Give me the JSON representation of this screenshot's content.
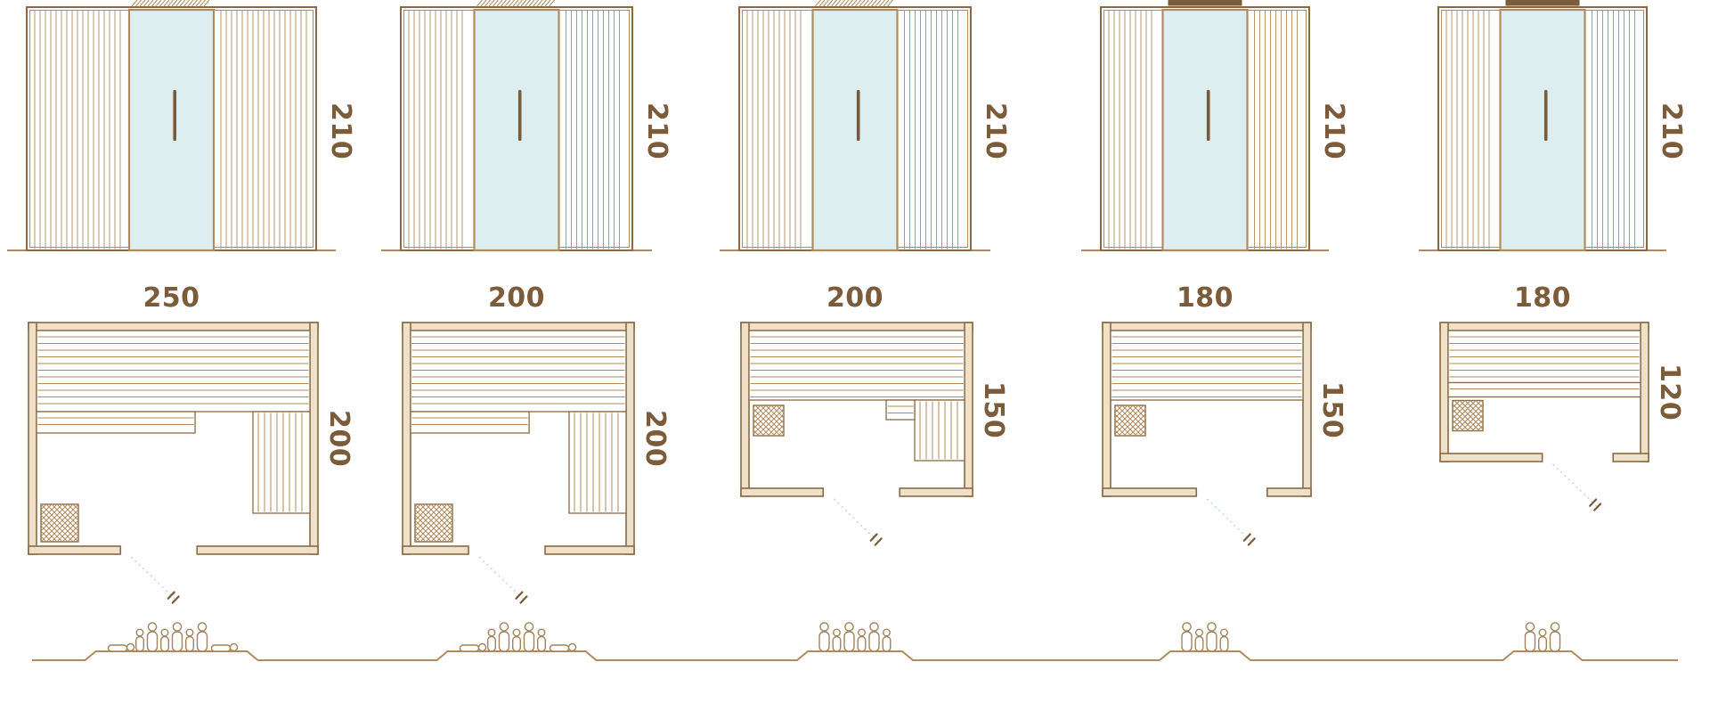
{
  "colors": {
    "outline": "#8a6a45",
    "wood": "#b08b5e",
    "wood_dark": "#7a5a3a",
    "wall_fill": "#eee0c9",
    "glass": "#dceef0",
    "door_frame": "#b08b5e",
    "swing": "#bcdede",
    "label": "#7b5b39",
    "figure": "#a1845c",
    "background": "#ffffff"
  },
  "models": [
    {
      "name": "sauna-250x200",
      "width_label": "250",
      "depth_label": "200",
      "height_label": "210",
      "width_cm": 250,
      "depth_cm": 200,
      "height_cm": 210,
      "capacity": 8,
      "top_vent": "hatch",
      "door_center_frac": 0.45,
      "bench": {
        "back_cm": 70,
        "step_frac": 0.58,
        "step_full": false,
        "side": true,
        "side_step": false,
        "heater": "bottom-left"
      }
    },
    {
      "name": "sauna-200x200",
      "width_label": "200",
      "depth_label": "200",
      "height_label": "210",
      "width_cm": 200,
      "depth_cm": 200,
      "height_cm": 210,
      "capacity": 7,
      "top_vent": "hatch",
      "door_center_frac": 0.45,
      "bench": {
        "back_cm": 70,
        "step_frac": 0.55,
        "step_full": false,
        "side": true,
        "side_step": false,
        "heater": "bottom-left"
      }
    },
    {
      "name": "sauna-200x150",
      "width_label": "200",
      "depth_label": "150",
      "height_label": "210",
      "width_cm": 200,
      "depth_cm": 150,
      "height_cm": 210,
      "capacity": 6,
      "top_vent": "hatch",
      "door_center_frac": 0.52,
      "bench": {
        "back_cm": 60,
        "step_frac": 0,
        "step_full": false,
        "side": true,
        "side_step": true,
        "heater": "below-bench-left"
      }
    },
    {
      "name": "sauna-180x150",
      "width_label": "180",
      "depth_label": "150",
      "height_label": "210",
      "width_cm": 180,
      "depth_cm": 150,
      "height_cm": 210,
      "capacity": 4,
      "top_vent": "solid",
      "door_center_frac": 0.62,
      "bench": {
        "back_cm": 60,
        "step_frac": 0,
        "step_full": false,
        "side": false,
        "side_step": false,
        "heater": "below-bench-left"
      }
    },
    {
      "name": "sauna-180x120",
      "width_label": "180",
      "depth_label": "120",
      "height_label": "210",
      "width_cm": 180,
      "depth_cm": 120,
      "height_cm": 210,
      "capacity": 3,
      "top_vent": "solid",
      "door_center_frac": 0.66,
      "bench": {
        "back_cm": 45,
        "step_frac": 1,
        "step_full": true,
        "side": false,
        "side_step": false,
        "heater": "below-bench-left"
      }
    }
  ]
}
